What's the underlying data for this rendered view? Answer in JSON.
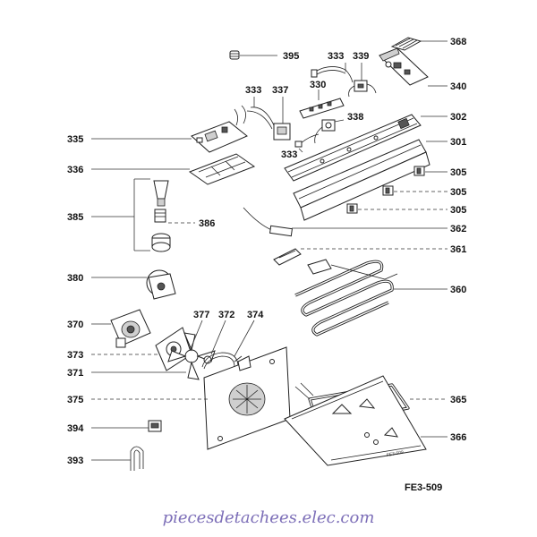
{
  "labels": {
    "p395": "395",
    "p368": "368",
    "p333a": "333",
    "p339": "339",
    "p330": "330",
    "p337": "337",
    "p333b": "333",
    "p340": "340",
    "p338": "338",
    "p302": "302",
    "p335": "335",
    "p333c": "333",
    "p301": "301",
    "p336": "336",
    "p305a": "305",
    "p305b": "305",
    "p385": "385",
    "p386": "386",
    "p305c": "305",
    "p362": "362",
    "p361": "361",
    "p380": "380",
    "p360": "360",
    "p377": "377",
    "p372": "372",
    "p374": "374",
    "p370": "370",
    "p373": "373",
    "p371": "371",
    "p375": "375",
    "p365": "365",
    "p394": "394",
    "p366": "366",
    "p393": "393"
  },
  "reference": "FE3-509",
  "plate_stamp": "FE3-509",
  "watermark": "piecesdetachees.elec.com"
}
